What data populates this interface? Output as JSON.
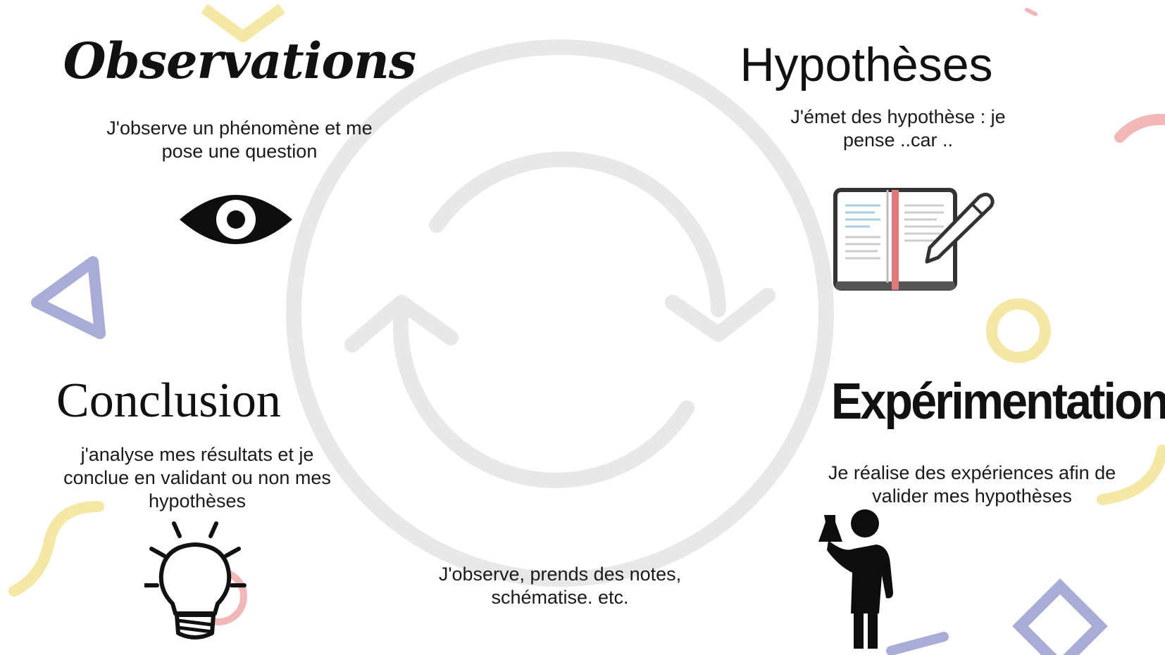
{
  "stages": {
    "observations": {
      "title": "Observations",
      "description": "J'observe un phénomène et me pose une question"
    },
    "hypotheses": {
      "title": "Hypothèses",
      "description": "J'émet des hypothèse : je pense ..car .."
    },
    "conclusion": {
      "title": "Conclusion",
      "description": "j'analyse mes résultats et je conclue en validant ou non mes hypothèses"
    },
    "experimentations": {
      "title": "Expérimentations",
      "description": "Je réalise des expériences  afin de valider mes hypothèses"
    }
  },
  "center_note": "J'observe, prends des notes, schématise. etc.",
  "colors": {
    "cycle_gray": "#e6e6e6",
    "icon_black": "#0d0d0d",
    "accent_red": "#e07a7a",
    "accent_yellow": "#f5e7a6",
    "accent_purple": "#9ea3cf"
  }
}
